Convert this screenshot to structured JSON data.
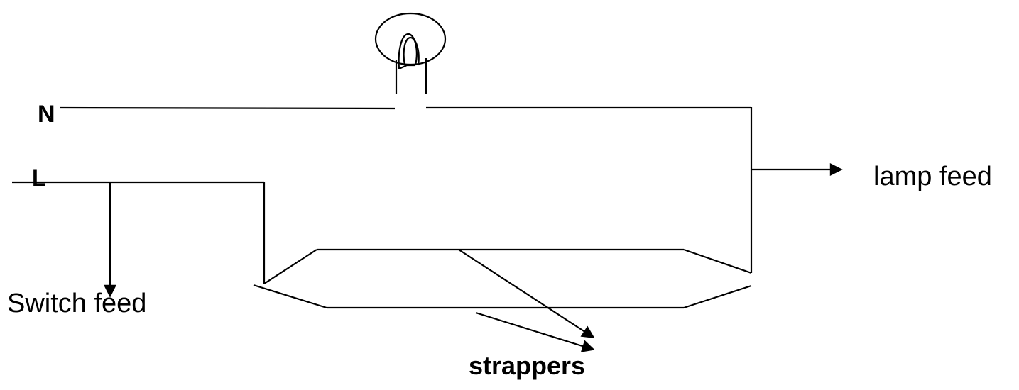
{
  "labels": {
    "neutral": "N",
    "live": "L",
    "switch_feed": "Switch feed",
    "lamp_feed": "lamp feed",
    "strappers": "strappers"
  }
}
